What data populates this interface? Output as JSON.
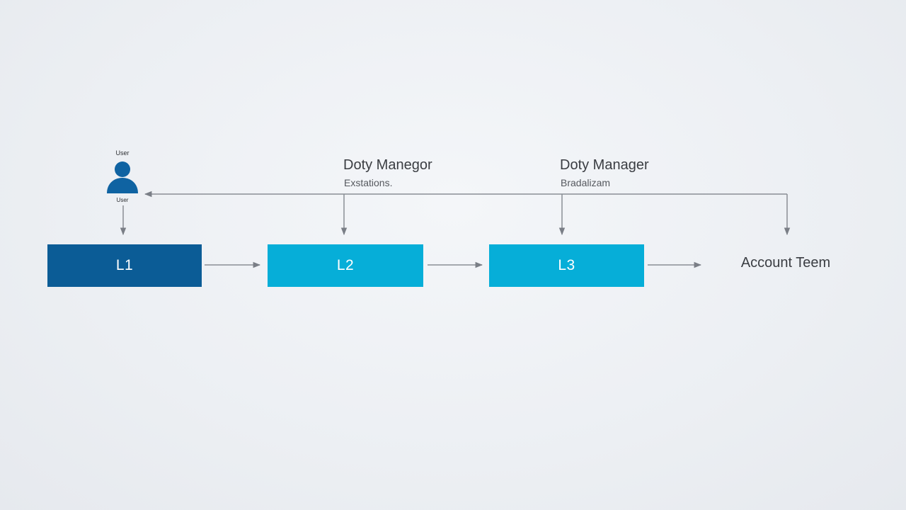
{
  "colors": {
    "l1_fill": "#0b5c96",
    "l2_fill": "#06aed8",
    "l3_fill": "#06aed8",
    "user_icon": "#0f63a2",
    "connector": "#7a7e86"
  },
  "user": {
    "icon": "person-icon",
    "label_top": "User",
    "label_bottom": "User"
  },
  "levels": [
    {
      "label": "L1"
    },
    {
      "label": "L2"
    },
    {
      "label": "L3"
    }
  ],
  "account_team": {
    "label": "Account Teem"
  },
  "duty_managers": [
    {
      "title": "Doty Manegor",
      "subtitle": "Exstations."
    },
    {
      "title": "Doty Manager",
      "subtitle": "Bradalizam"
    }
  ]
}
